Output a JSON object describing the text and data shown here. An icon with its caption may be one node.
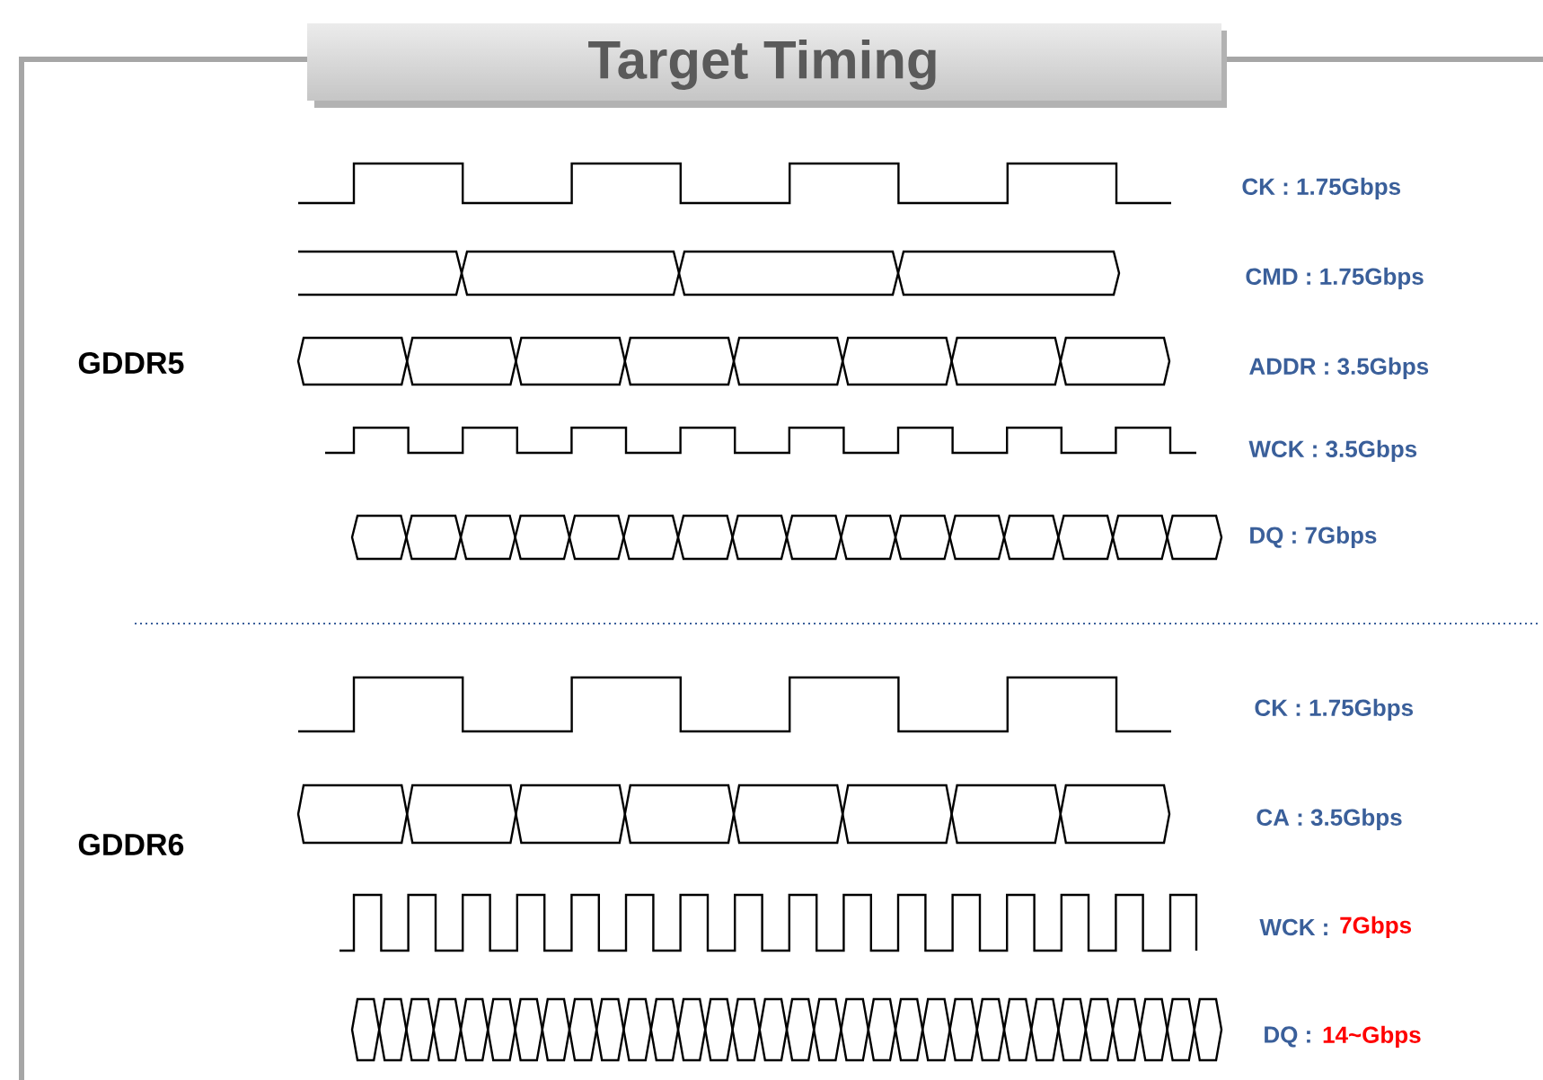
{
  "diagram": {
    "title": "Target Timing",
    "labels": [
      "CK : 1.75Gbps",
      "CMD : 1.75Gbps",
      "GDDR5",
      "ADDR : 3.5Gbps",
      "WCK : 3.5Gbps",
      "DQ : 7Gbps",
      "CK : 1.75Gbps",
      "CA : 3.5Gbps",
      "GDDR6",
      "WCK :",
      "7Gbps",
      "DQ :",
      "14~Gbps"
    ]
  }
}
